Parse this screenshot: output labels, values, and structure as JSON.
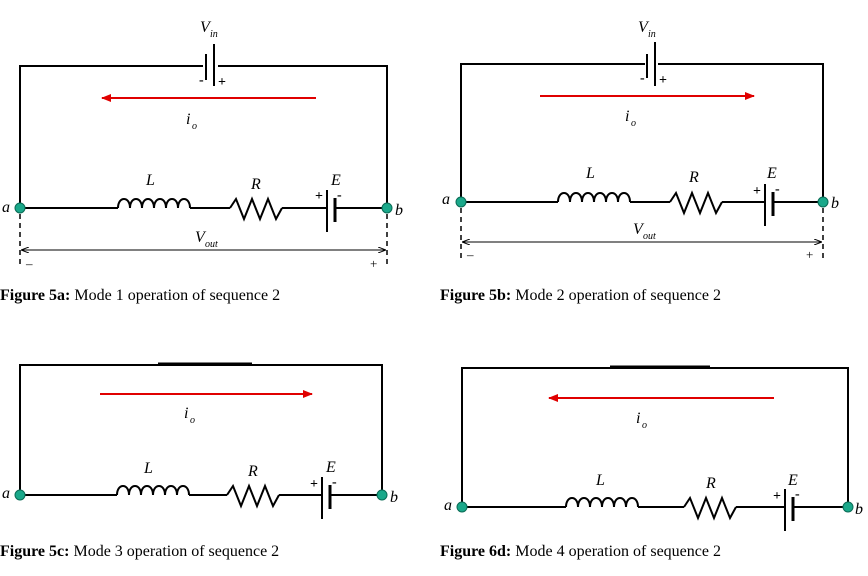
{
  "figures": [
    {
      "caption_bold": "Figure 5a:",
      "caption_text": " Mode 1 operation of sequence 2",
      "source_label": "V",
      "source_sub": "in",
      "current_label": "i",
      "current_sub": "o",
      "current_direction": "left",
      "inductor_label": "L",
      "resistor_label": "R",
      "emf_label": "E",
      "node_a": "a",
      "node_b": "b",
      "vout_label": "V",
      "vout_sub": "out",
      "minus": "–",
      "plus": "+"
    },
    {
      "caption_bold": "Figure 5b:",
      "caption_text": " Mode 2 operation of sequence 2",
      "source_label": "V",
      "source_sub": "in",
      "current_label": "i",
      "current_sub": "o",
      "current_direction": "right",
      "inductor_label": "L",
      "resistor_label": "R",
      "emf_label": "E",
      "node_a": "a",
      "node_b": "b",
      "vout_label": "V",
      "vout_sub": "out",
      "minus": "–",
      "plus": "+"
    },
    {
      "caption_bold": "Figure 5c:",
      "caption_text": " Mode 3 operation of sequence 2",
      "current_label": "i",
      "current_sub": "o",
      "current_direction": "right",
      "inductor_label": "L",
      "resistor_label": "R",
      "emf_label": "E",
      "node_a": "a",
      "node_b": "b"
    },
    {
      "caption_bold": "Figure 6d:",
      "caption_text": " Mode 4 operation of sequence 2",
      "current_label": "i",
      "current_sub": "o",
      "current_direction": "left",
      "inductor_label": "L",
      "resistor_label": "R",
      "emf_label": "E",
      "node_a": "a",
      "node_b": "b"
    }
  ],
  "colors": {
    "wire": "#000000",
    "current_arrow": "#e00000",
    "node": "#1aa88a"
  }
}
